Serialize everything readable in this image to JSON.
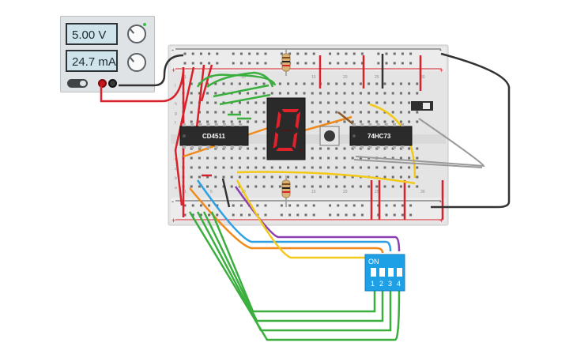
{
  "power_supply": {
    "voltage_display": "5.00 V",
    "current_display": "24.7 mA"
  },
  "chips": {
    "decoder_label": "CD4511",
    "flipflop_label": "74HC73"
  },
  "seven_segment": {
    "displayed_digit": "0"
  },
  "dip_switch": {
    "on_label": "ON",
    "positions": [
      "1",
      "2",
      "3",
      "4"
    ]
  },
  "breadboard": {
    "column_labels_top": [
      "1",
      "5",
      "10",
      "15",
      "20",
      "25",
      "30"
    ],
    "row_labels_left": [
      "j",
      "i",
      "h",
      "g",
      "f",
      "e",
      "d",
      "c",
      "b",
      "a"
    ],
    "rail_plus": "+",
    "rail_minus": "-"
  },
  "colors": {
    "red_wire": "#d8212a",
    "black_wire": "#333333",
    "green_wire": "#3aaf3d",
    "orange_wire": "#f08a1c",
    "yellow_wire": "#f2c918",
    "blue_wire": "#2e9fe0",
    "purple_wire": "#8a3fb3",
    "gray_wire": "#9a9a9a",
    "dip_blue": "#1ea0e6"
  }
}
